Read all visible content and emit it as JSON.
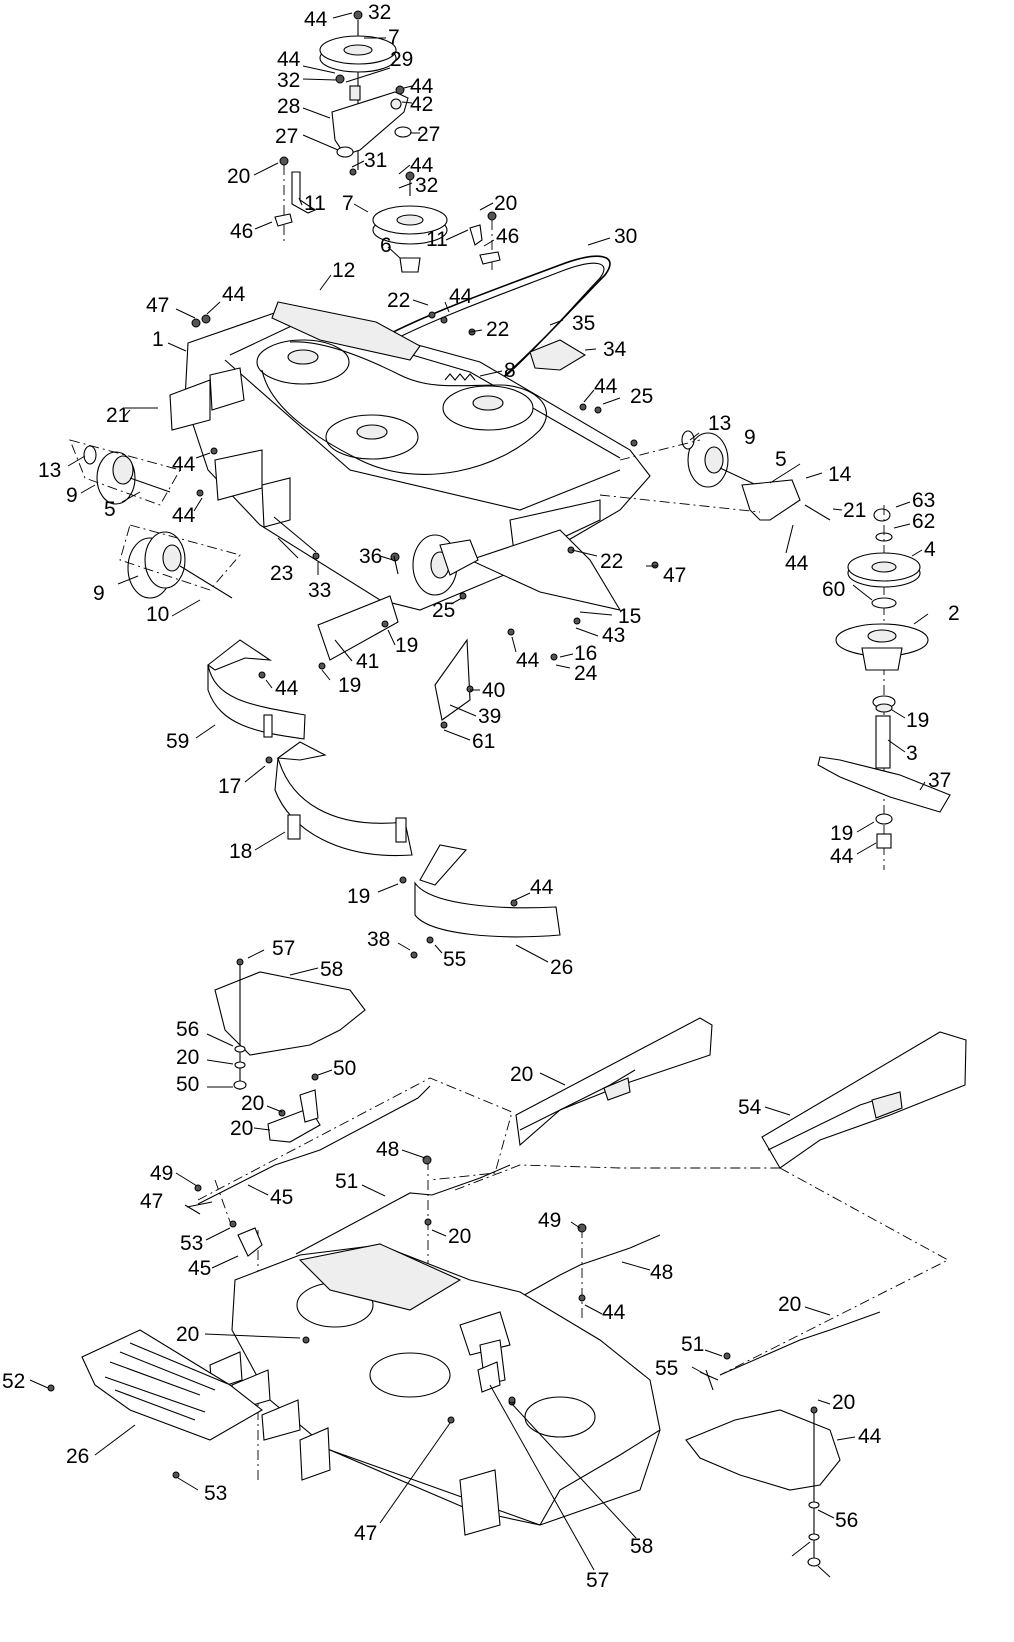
{
  "callouts": [
    "44",
    "32",
    "7",
    "44",
    "32",
    "29",
    "44",
    "42",
    "28",
    "27",
    "27",
    "31",
    "20",
    "44",
    "32",
    "11",
    "7",
    "20",
    "46",
    "11",
    "46",
    "6",
    "30",
    "12",
    "22",
    "44",
    "22",
    "47",
    "44",
    "1",
    "35",
    "34",
    "8",
    "44",
    "25",
    "21",
    "44",
    "13",
    "9",
    "5",
    "13",
    "14",
    "9",
    "44",
    "21",
    "63",
    "62",
    "5",
    "44",
    "4",
    "23",
    "36",
    "22",
    "47",
    "10",
    "33",
    "9",
    "25",
    "60",
    "2",
    "15",
    "43",
    "19",
    "44",
    "16",
    "24",
    "19",
    "41",
    "44",
    "40",
    "39",
    "59",
    "19",
    "61",
    "3",
    "37",
    "17",
    "18",
    "19",
    "44",
    "19",
    "44",
    "38",
    "55",
    "26",
    "57",
    "58",
    "56",
    "20",
    "50",
    "50",
    "20",
    "54",
    "20",
    "20",
    "48",
    "49",
    "45",
    "51",
    "47",
    "20",
    "53",
    "49",
    "45",
    "48",
    "44",
    "20",
    "20",
    "51",
    "52",
    "55",
    "26",
    "20",
    "44",
    "53",
    "47",
    "57",
    "58",
    "56"
  ]
}
